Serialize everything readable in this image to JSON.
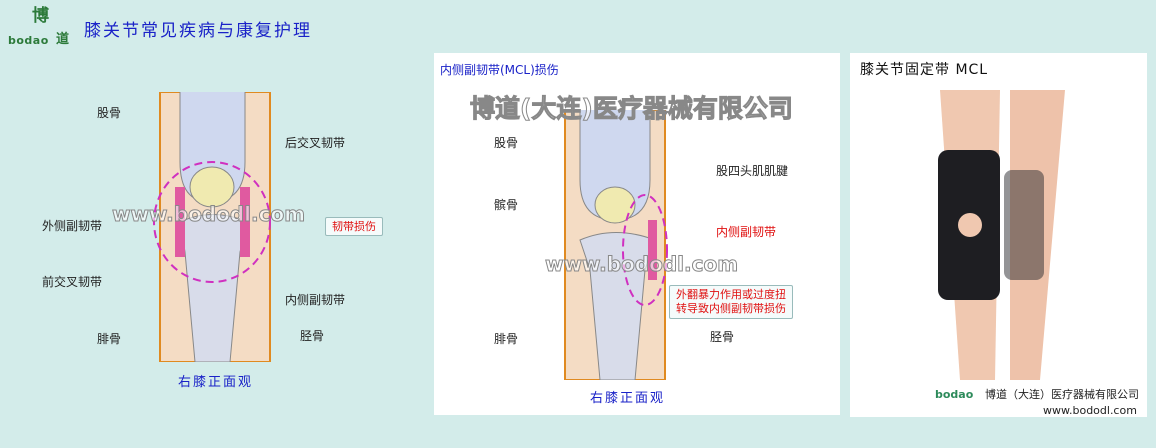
{
  "header": {
    "logo_text_cn": "博",
    "logo_text_en": "bodao",
    "logo_text_cn2": "道",
    "title": "膝关节常见疾病与康复护理"
  },
  "left_figure": {
    "labels": {
      "femur": "股骨",
      "pcl": "后交叉韧带",
      "lcl": "外侧副韧带",
      "injury": "韧带损伤",
      "acl": "前交叉韧带",
      "mcl": "内侧副韧带",
      "fibula": "腓骨",
      "tibia": "胫骨"
    },
    "caption": "右膝正面观",
    "watermark": "www.bododl.com"
  },
  "middle_panel": {
    "title": "内侧副韧带(MCL)损伤",
    "labels": {
      "femur": "股骨",
      "quad_tendon": "股四头肌肌腱",
      "patella": "髌骨",
      "mcl": "内侧副韧带",
      "fibula": "腓骨",
      "tibia": "胫骨"
    },
    "note_line1": "外翻暴力作用或过度扭",
    "note_line2": "转导致内侧副韧带损伤",
    "caption": "右膝正面观",
    "watermark_company": "博道(大连)医疗器械有限公司",
    "watermark_url": "www.bododl.com"
  },
  "right_panel": {
    "title": "膝关节固定带 MCL",
    "brand": "bodao",
    "company": "博道（大连）医疗器械有限公司",
    "url": "www.bododl.com"
  },
  "colors": {
    "background": "#d3ecea",
    "title_blue": "#1a22c8",
    "injury_red": "#e01010",
    "ligament_pink": "#e040a0"
  }
}
